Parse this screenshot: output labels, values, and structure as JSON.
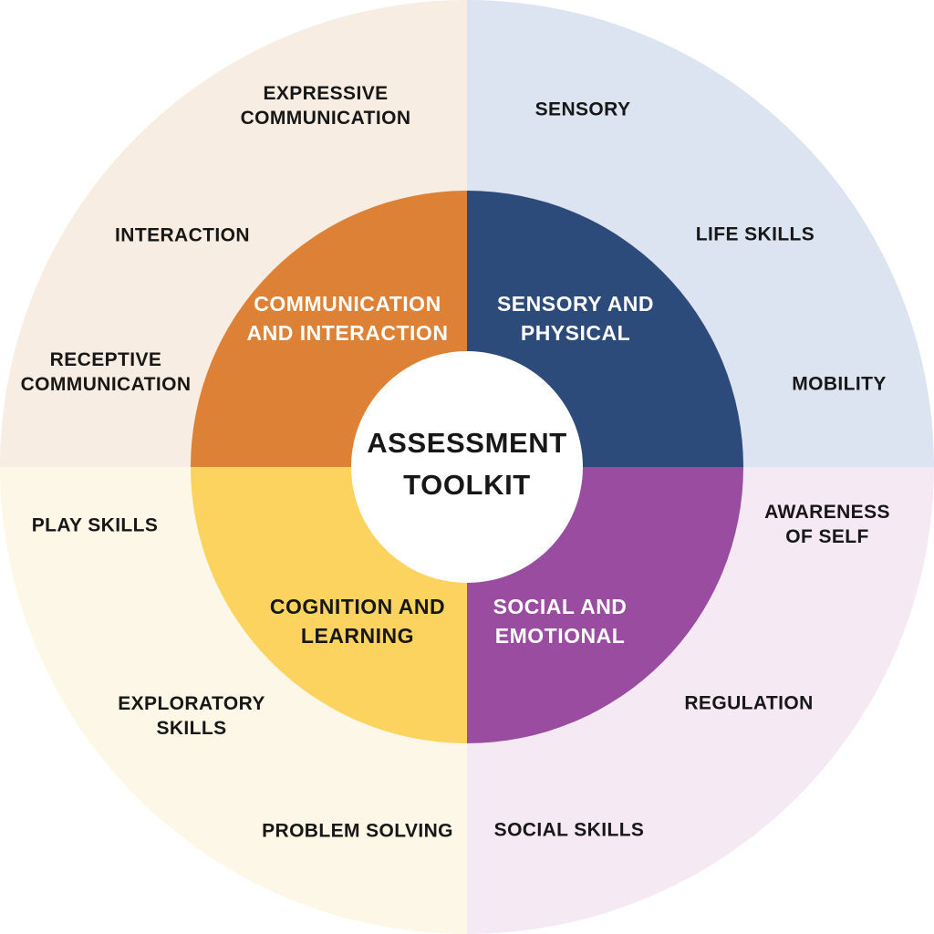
{
  "diagram": {
    "title_lines": [
      "ASSESSMENT",
      "TOOLKIT"
    ],
    "colors": {
      "background": "#FFFFFF",
      "center_circle": "#FFFFFF",
      "text_dark": "#171717",
      "text_light": "#FFFFFF"
    },
    "quadrants": [
      {
        "name": "communication-and-interaction",
        "position": "top-left",
        "label_lines": [
          "COMMUNICATION",
          "AND INTERACTION"
        ],
        "color": "#DD8137",
        "tint": "#F8EDE2",
        "label_color": "#FFFFFF",
        "outer_labels": [
          {
            "name": "expressive-communication",
            "lines": [
              "EXPRESSIVE",
              "COMMUNICATION"
            ]
          },
          {
            "name": "interaction",
            "lines": [
              "INTERACTION"
            ]
          },
          {
            "name": "receptive-communication",
            "lines": [
              "RECEPTIVE",
              "COMMUNICATION"
            ]
          }
        ]
      },
      {
        "name": "sensory-and-physical",
        "position": "top-right",
        "label_lines": [
          "SENSORY AND",
          "PHYSICAL"
        ],
        "color": "#2C4B7A",
        "tint": "#DCE4F1",
        "label_color": "#FFFFFF",
        "outer_labels": [
          {
            "name": "sensory",
            "lines": [
              "SENSORY"
            ]
          },
          {
            "name": "life-skills",
            "lines": [
              "LIFE SKILLS"
            ]
          },
          {
            "name": "mobility",
            "lines": [
              "MOBILITY"
            ]
          }
        ]
      },
      {
        "name": "cognition-and-learning",
        "position": "bottom-left",
        "label_lines": [
          "COGNITION AND",
          "LEARNING"
        ],
        "color": "#FCD35E",
        "tint": "#FCF7E6",
        "label_color": "#171717",
        "outer_labels": [
          {
            "name": "play-skills",
            "lines": [
              "PLAY SKILLS"
            ]
          },
          {
            "name": "exploratory-skills",
            "lines": [
              "EXPLORATORY",
              "SKILLS"
            ]
          },
          {
            "name": "problem-solving",
            "lines": [
              "PROBLEM SOLVING"
            ]
          }
        ]
      },
      {
        "name": "social-and-emotional",
        "position": "bottom-right",
        "label_lines": [
          "SOCIAL AND",
          "EMOTIONAL"
        ],
        "color": "#9A4DA0",
        "tint": "#F5EAF3",
        "label_color": "#FFFFFF",
        "outer_labels": [
          {
            "name": "awareness-of-self",
            "lines": [
              "AWARENESS",
              "OF SELF"
            ]
          },
          {
            "name": "regulation",
            "lines": [
              "REGULATION"
            ]
          },
          {
            "name": "social-skills",
            "lines": [
              "SOCIAL SKILLS"
            ]
          }
        ]
      }
    ]
  }
}
